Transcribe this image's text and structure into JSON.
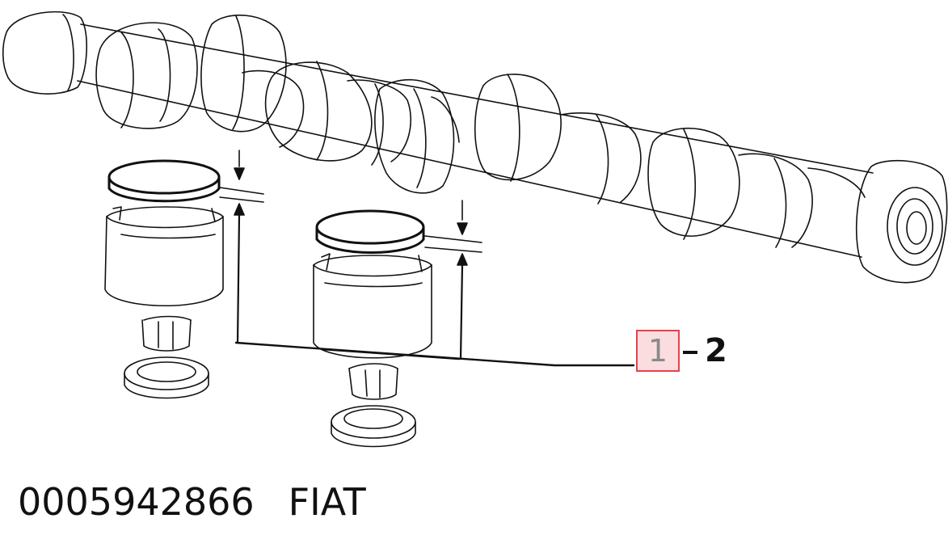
{
  "diagram": {
    "callout": {
      "ref": "1",
      "quantity": "2"
    }
  },
  "footer": {
    "part_number": "0005942866",
    "brand": "FIAT"
  }
}
